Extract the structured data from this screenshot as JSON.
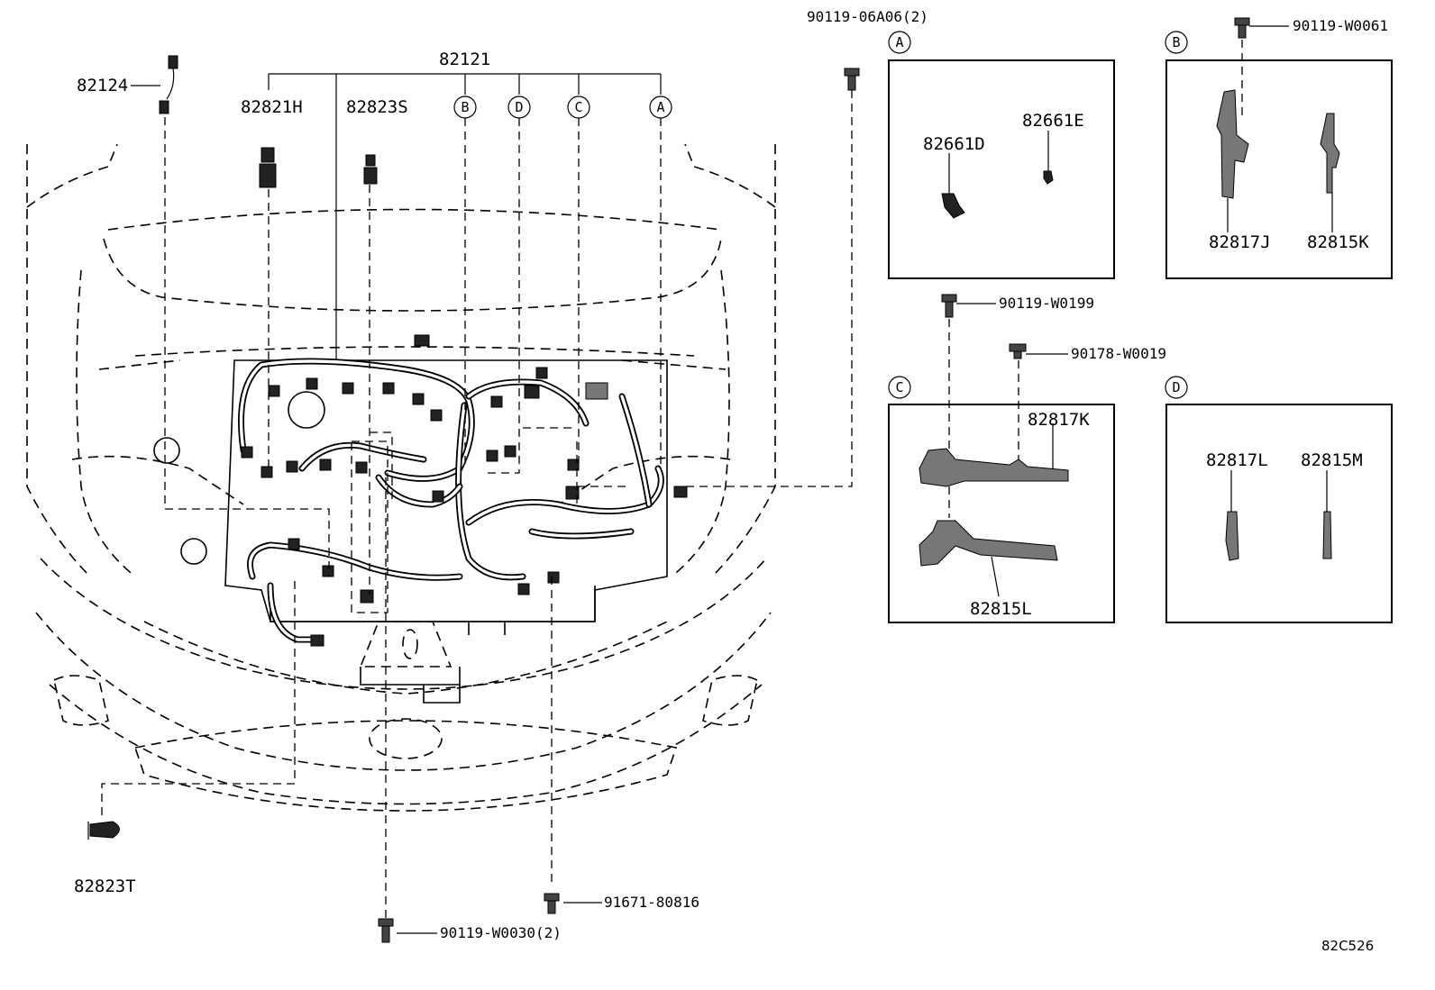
{
  "labels": {
    "p82124": "82124",
    "p82121": "82121",
    "p82821H": "82821H",
    "p82823S": "82823S",
    "p82823T": "82823T",
    "p90119_06A06": "90119-06A06(2)",
    "p90119_W0030": "90119-W0030(2)",
    "p91671_80816": "91671-80816",
    "p90119_W0061": "90119-W0061",
    "p90119_W0199": "90119-W0199",
    "p90178_W0019": "90178-W0019",
    "p82661D": "82661D",
    "p82661E": "82661E",
    "p82817J": "82817J",
    "p82815K": "82815K",
    "p82817K": "82817K",
    "p82815L": "82815L",
    "p82817L": "82817L",
    "p82815M": "82815M"
  },
  "refs": {
    "A": "A",
    "B": "B",
    "C": "C",
    "D": "D"
  },
  "diagram_code": "82C526"
}
